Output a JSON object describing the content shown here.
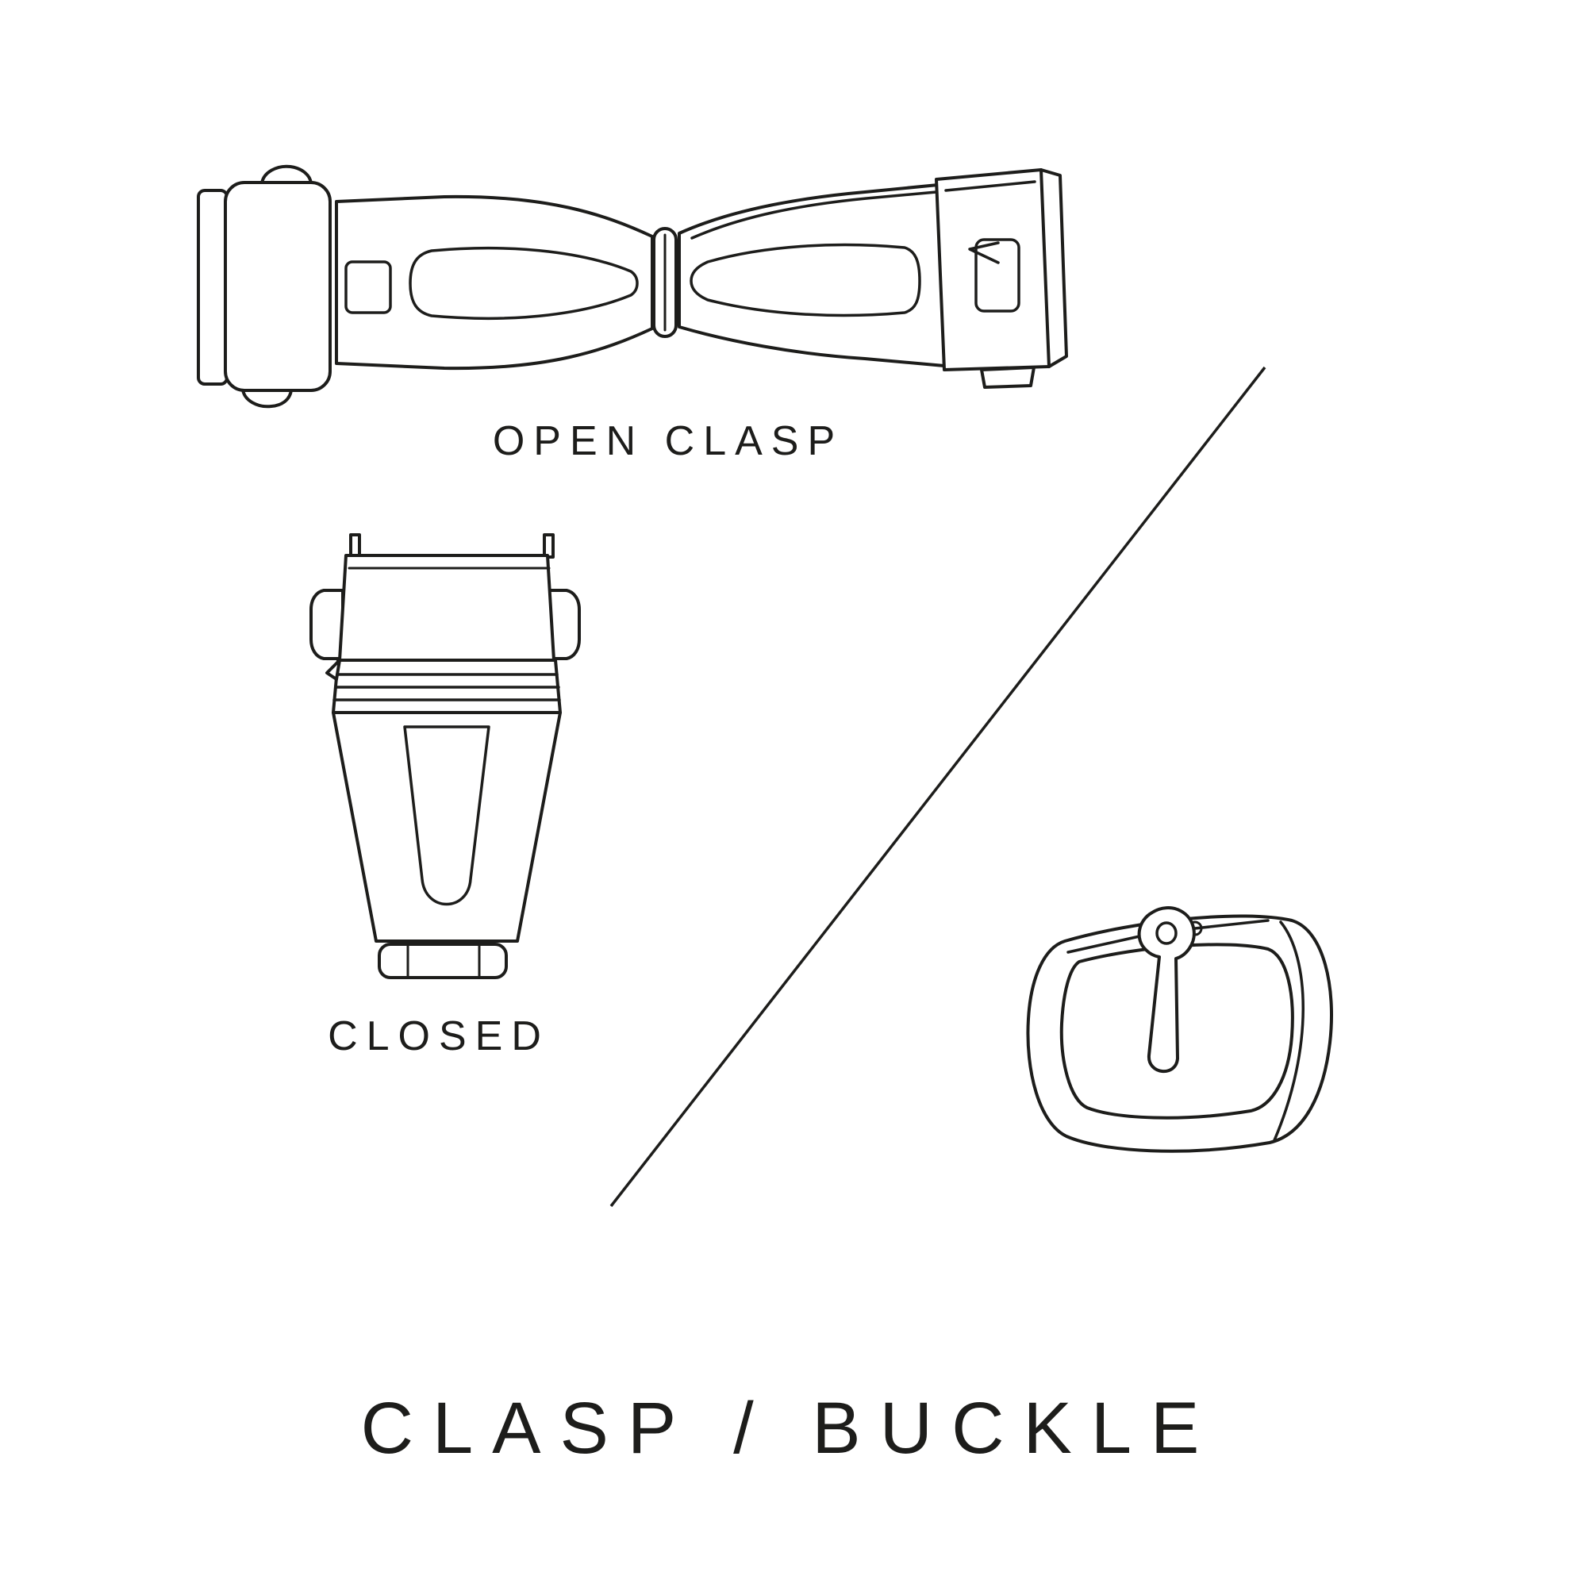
{
  "title": "CLASP / BUCKLE",
  "labels": {
    "open_clasp": "OPEN CLASP",
    "closed": "CLOSED"
  },
  "colors": {
    "background": "#ffffff",
    "line": "#1d1d1b",
    "text": "#1d1d1b"
  },
  "illustrations": [
    {
      "name": "open-clasp-illustration",
      "caption": "OPEN CLASP"
    },
    {
      "name": "closed-clasp-illustration",
      "caption": "CLOSED"
    },
    {
      "name": "buckle-illustration",
      "caption": ""
    }
  ]
}
